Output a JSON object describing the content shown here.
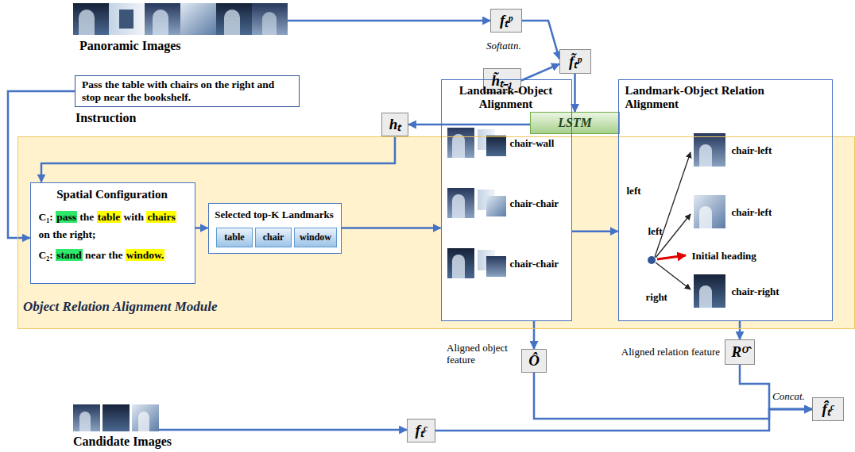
{
  "diagram": {
    "nodes": [
      {
        "text": [
          "Panoramic Images"
        ]
      },
      {
        "text": [
          "fₜᵖ"
        ]
      },
      {
        "text": [
          "h̃ₜ₋₁"
        ]
      },
      {
        "text": [
          "f̃ₜᵖ"
        ]
      },
      {
        "text": [
          "LSTM"
        ]
      },
      {
        "text": [
          "hₜ"
        ]
      },
      {
        "text": [
          "Pass the table with chairs on the right and stop near the bookshelf.",
          "Instruction"
        ]
      },
      {
        "text": [
          "Object Relation Alignment Module"
        ]
      },
      {
        "text": [
          "Spatial Configuration",
          "C₁: pass the table with chairs on the right;",
          "C₂: stand near the window."
        ],
        "in": 7
      },
      {
        "text": [
          "Selected top-K Landmarks"
        ],
        "in": 7
      },
      {
        "text": [
          "table"
        ],
        "in": 9
      },
      {
        "text": [
          "chair"
        ],
        "in": 9
      },
      {
        "text": [
          "window"
        ],
        "in": 9
      },
      {
        "text": [
          "Landmark-Object Alignment",
          "chair-wall",
          "chair-chair",
          "chair-chair"
        ],
        "in": 7
      },
      {
        "text": [
          "Landmark-Object Relation Alignment",
          "left",
          "left",
          "Initial heading",
          "right",
          "chair-left",
          "chair-left",
          "chair-right"
        ],
        "in": 7
      },
      {
        "text": [
          "Ô"
        ]
      },
      {
        "text": [
          "Rᴼ̂"
        ]
      },
      {
        "text": [
          "f̂̂ₜᶜ"
        ]
      },
      {
        "text": [
          "Candidate Images"
        ]
      },
      {
        "text": [
          "fₜᶜ"
        ]
      }
    ],
    "edges": [
      {
        "from": 0,
        "to": 1,
        "arrow": "to"
      },
      {
        "from": 1,
        "to": 3,
        "arrow": "to"
      },
      {
        "from": 2,
        "to": 3,
        "arrow": "to"
      },
      {
        "from": 3,
        "to": 4,
        "arrow": "to"
      },
      {
        "from": 4,
        "to": 5,
        "arrow": "to"
      },
      {
        "from": 5,
        "to": 8,
        "arrow": "to"
      },
      {
        "from": 6,
        "to": 8,
        "arrow": "to"
      },
      {
        "from": 8,
        "to": 9,
        "arrow": "to"
      },
      {
        "from": 9,
        "to": 13,
        "arrow": "to"
      },
      {
        "from": 13,
        "to": 14,
        "arrow": "to"
      },
      {
        "from": 13,
        "to": 15,
        "arrow": "to"
      },
      {
        "from": 14,
        "to": 16,
        "arrow": "to"
      },
      {
        "from": 15,
        "to": 17,
        "arrow": "to"
      },
      {
        "from": 16,
        "to": 17,
        "arrow": "to"
      },
      {
        "from": 18,
        "to": 19,
        "arrow": "to"
      },
      {
        "from": 19,
        "to": 17,
        "arrow": "to"
      }
    ],
    "labels": [
      "Softattn.",
      "Aligned object feature",
      "Aligned relation feature",
      "Concat."
    ]
  }
}
